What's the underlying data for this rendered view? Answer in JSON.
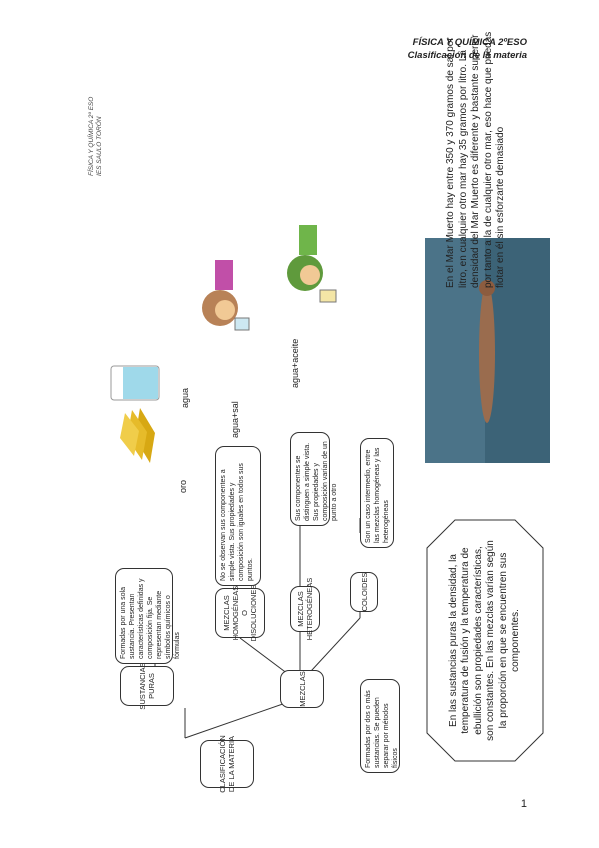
{
  "header": {
    "line1": "FÍSICA Y QUÍMICA 2ºESO",
    "line2": "Clasificación de la materia"
  },
  "side_label": {
    "line1": "FÍSICA Y QUÍMICA 2º ESO",
    "line2": "IES SAULO TORÓN"
  },
  "diagram": {
    "root": "CLASIFICACIÓN DE LA MATERIA",
    "pure": "SUSTANCIAS PURAS",
    "pure_desc": "Formadas por una sola sustancia. Presentan características definidas y composición fija. Se representan mediante símbolos químicos o fórmulas",
    "mixtures": "MEZCLAS",
    "mixtures_desc": "Formadas por dos o más sustancias. Se pueden separar por métodos físicos",
    "homogeneous": "MEZCLAS HOMOGÉNEAS O DISOLUCIONES",
    "homogeneous_desc": "No se observan sus componentes a simple vista. Sus propiedades y composición son iguales en todos sus puntos.",
    "heterogeneous": "MEZCLAS HETEROGÉNEAS",
    "heterogeneous_desc": "Sus componentes se distinguen a simple vista. Sus propiedades y composición varían de un punto a otro",
    "colloids": "COLOIDES",
    "colloids_desc": "Son un caso intermedio, entre las mezclas homogéneas y las heterogéneas"
  },
  "images": {
    "gold": "oro",
    "water": "agua",
    "water_salt": "agua+sal",
    "water_oil": "agua+aceite"
  },
  "dead_sea_text": "En el Mar Muerto hay entre 350 y 370 gramos de sal por litro, en cualquier otro mar hay 35 gramos por litro. La densidad del Mar Muerto es diferente y bastante superior por tanto a la de cualquier otro mar, eso hace que puedas flotar en él sin esforzarte demasiado",
  "octagon_text": "En las sustancias puras la densidad, la temperatura de fusión y la temperatura de ebullición son propiedades características, son constantes. En las mezclas varían según la proporción en que se encuentren sus componentes.",
  "page_number": "1",
  "colors": {
    "water": "#9fd9ea",
    "gold": "#d7a813",
    "sea": "#4b7388"
  }
}
